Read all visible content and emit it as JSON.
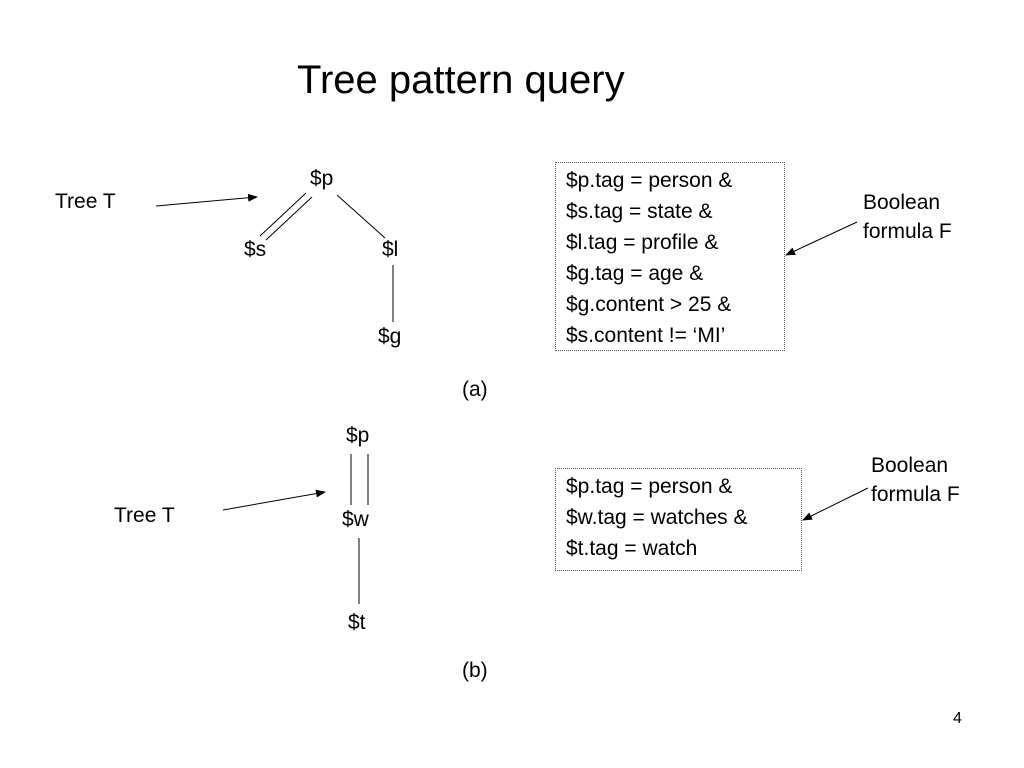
{
  "title": "Tree pattern query",
  "page_number": "4",
  "diagram_a": {
    "caption": "(a)",
    "tree_label": "Tree T",
    "formula_label": [
      "Boolean",
      "formula F"
    ],
    "nodes": {
      "p": "$p",
      "s": "$s",
      "l": "$l",
      "g": "$g"
    },
    "formula_lines": [
      "$p.tag = person &",
      "$s.tag = state &",
      "$l.tag = profile &",
      "$g.tag = age &",
      "$g.content > 25 &",
      "$s.content != ‘MI’"
    ]
  },
  "diagram_b": {
    "caption": "(b)",
    "tree_label": "Tree T",
    "formula_label": [
      "Boolean",
      "formula F"
    ],
    "nodes": {
      "p": "$p",
      "w": "$w",
      "t": "$t"
    },
    "formula_lines": [
      "$p.tag = person &",
      "$w.tag = watches &",
      "$t.tag = watch"
    ]
  }
}
